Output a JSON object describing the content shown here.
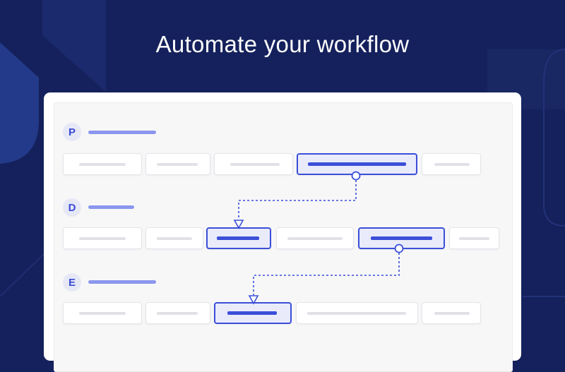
{
  "hero": {
    "title": "Automate your workflow"
  },
  "colors": {
    "background": "#15215c",
    "accent": "#3b4fd8",
    "accent_soft": "#8b96ee",
    "card_active_fill": "#e9ebfb"
  },
  "workflow": {
    "stages": [
      {
        "letter": "P"
      },
      {
        "letter": "D"
      },
      {
        "letter": "E"
      }
    ]
  }
}
